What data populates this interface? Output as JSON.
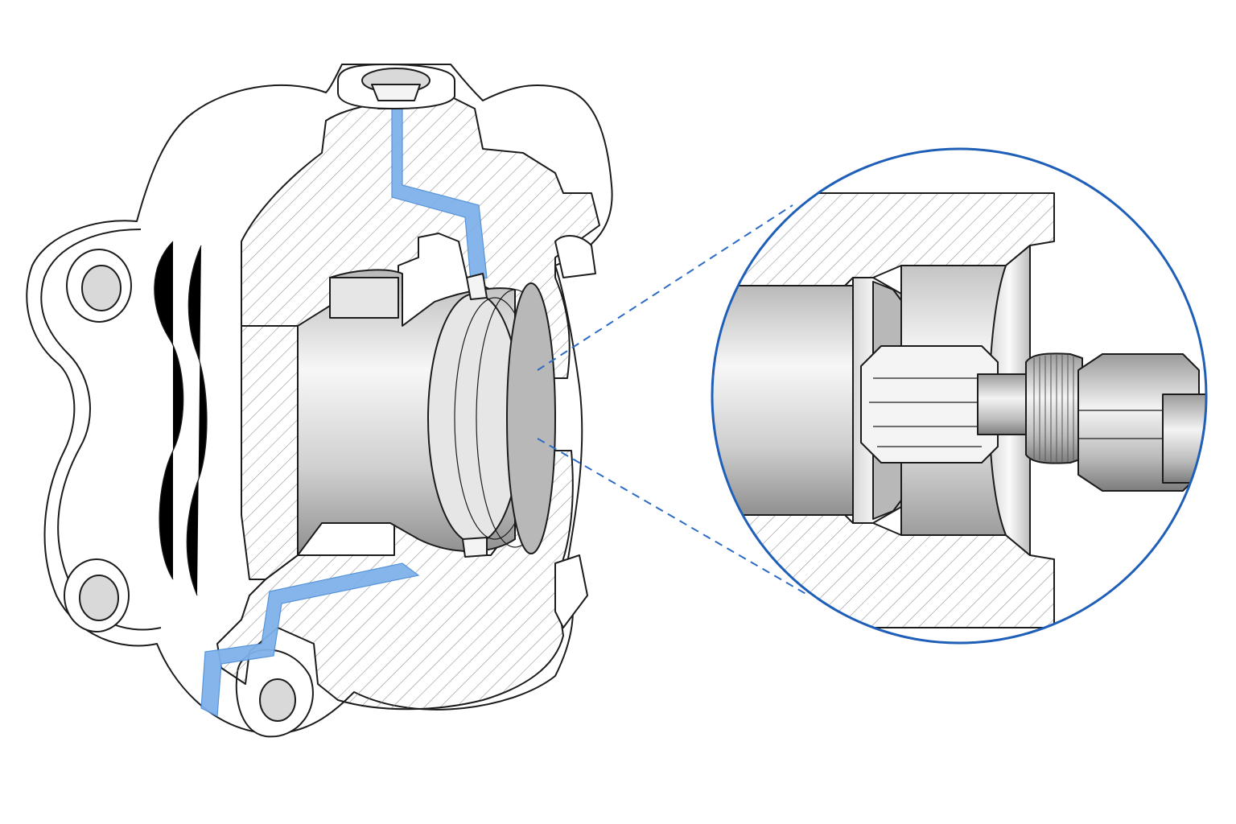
{
  "diagram": {
    "colors": {
      "outline": "#1c1c1c",
      "hatch": "#8a8a8a",
      "oil_channel": "#7fb2ea",
      "detail_circle": "#1f5fb8",
      "leader": "#2d6cc4",
      "metal_light": "#f4f4f4",
      "metal_dark": "#8d8d8d",
      "body_fill": "#ffffff"
    },
    "icons": {
      "housing": "cutaway-housing-drawing",
      "detail": "magnified-detail-circle",
      "shaft": "splined-shaft-with-hex-nut"
    }
  }
}
